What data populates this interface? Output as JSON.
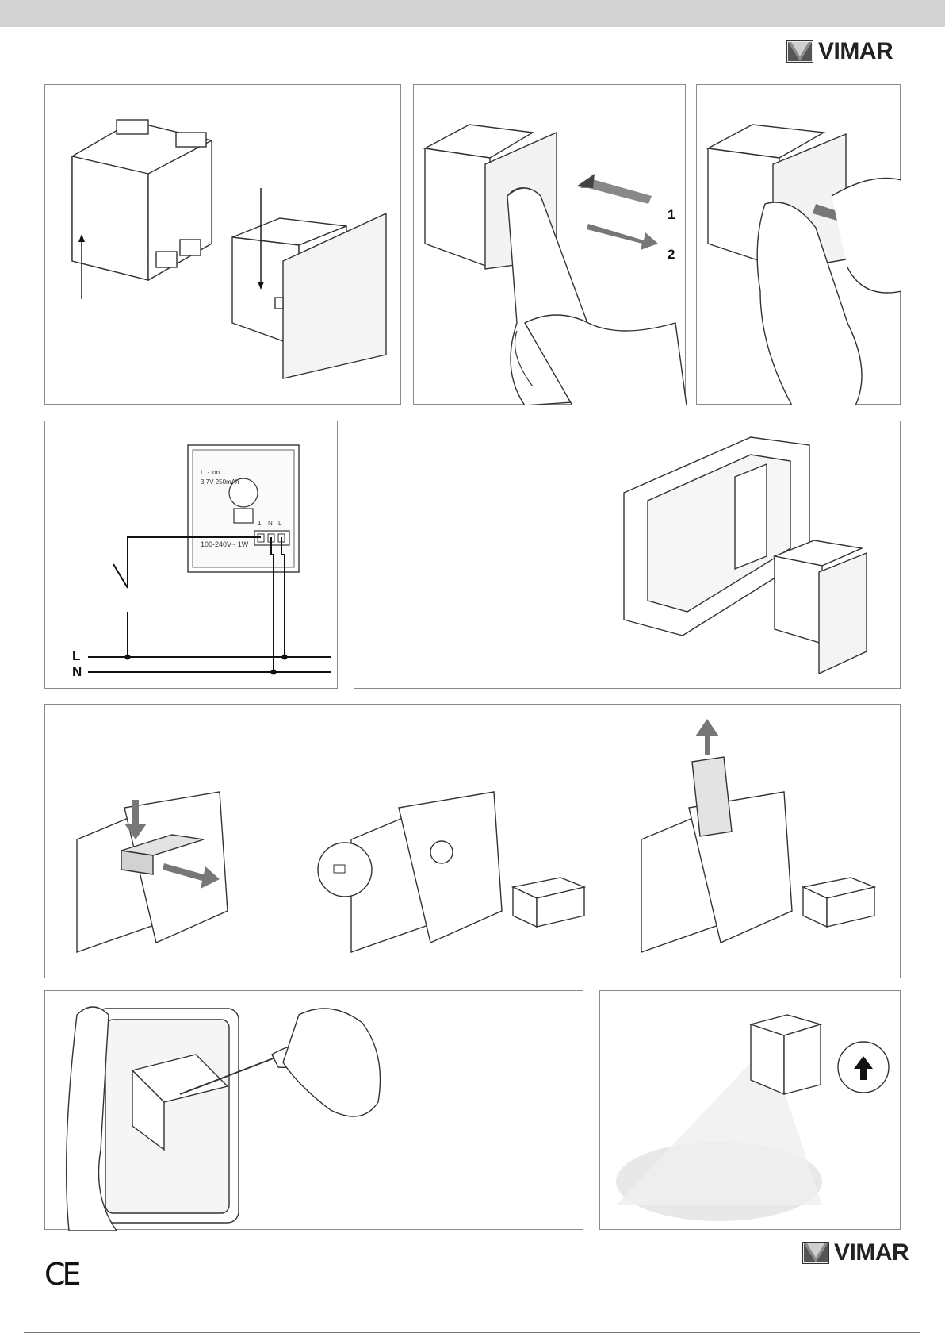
{
  "brand": {
    "name": "VIMAR",
    "color": "#222222"
  },
  "colors": {
    "header_bar": "#d2d2d2",
    "panel_border": "#8a8a8a",
    "device_fill": "#eeeeee",
    "beam_fill": "#e6e6e6"
  },
  "arrows": {
    "first": "1",
    "second": "2"
  },
  "wiring": {
    "line_label": "L",
    "neutral_label": "N",
    "terminals": [
      "1",
      "N",
      "L"
    ],
    "rating": "100-240V~  1W",
    "battery_type": "Li - ion",
    "battery_spec": "3,7V  250mAh"
  },
  "footer": {
    "ce_mark": "CE"
  },
  "icons": [
    "vimar-logo-icon",
    "arrow-up-icon",
    "ce-mark-icon",
    "hand-illustration",
    "screwdriver-illustration"
  ]
}
